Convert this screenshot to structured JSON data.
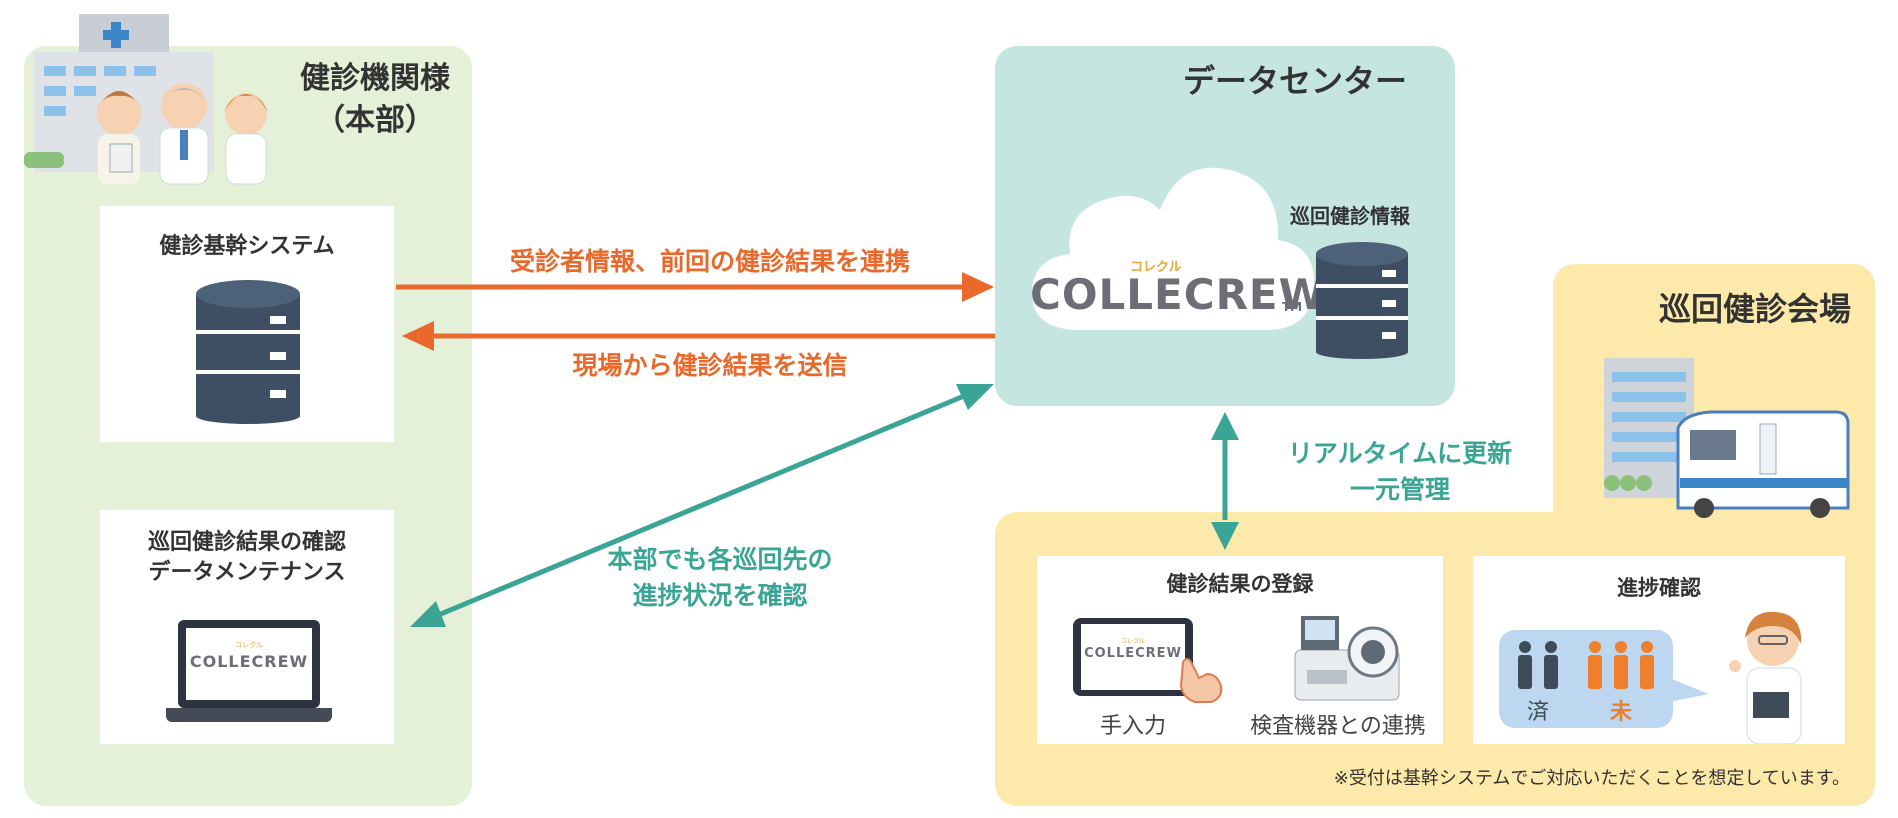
{
  "hq": {
    "title_line1": "健診機関様",
    "title_line2": "（本部）",
    "system_box_title": "健診基幹システム",
    "maint_box_line1": "巡回健診結果の確認",
    "maint_box_line2": "データメンテナンス"
  },
  "datacenter": {
    "title": "データセンター",
    "db_label": "巡回健診情報",
    "logo_text": "COLLECREW",
    "logo_kana": "コレクル",
    "logo_tm": "TM"
  },
  "venue": {
    "title": "巡回健診会場",
    "register_box_title": "健診結果の登録",
    "manual_input_label": "手入力",
    "device_link_label": "検査機器との連携",
    "progress_box_title": "進捗確認",
    "done_label": "済",
    "pending_label": "未",
    "footnote": "※受付は基幹システムでご対応いただくことを想定しています。"
  },
  "arrows": {
    "to_datacenter": "受診者情報、前回の健診結果を連携",
    "from_datacenter": "現場から健診結果を送信",
    "hq_progress_line1": "本部でも各巡回先の",
    "hq_progress_line2": "進捗状況を確認",
    "realtime_line1": "リアルタイムに更新",
    "realtime_line2": "一元管理"
  },
  "colors": {
    "orange": "#e8692b",
    "teal": "#3aa595",
    "hq_panel": "#e5f0d8",
    "dc_panel": "#c5e5e1",
    "venue_panel": "#fde9a9",
    "db_dark": "#3e4f63"
  }
}
